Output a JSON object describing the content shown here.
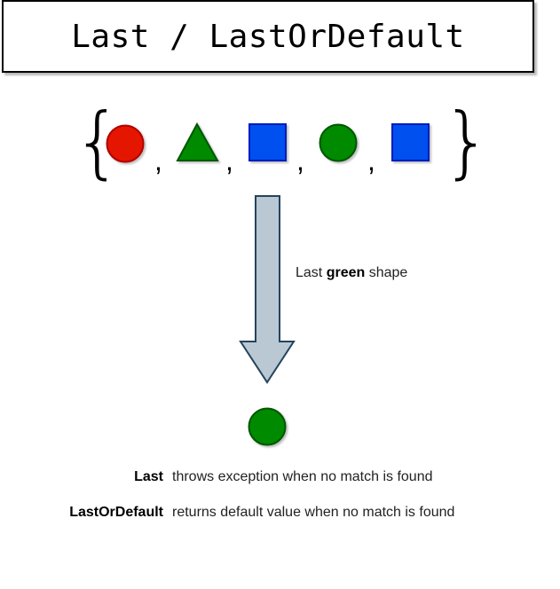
{
  "title": "Last / LastOrDefault",
  "sequence": {
    "open_brace": "{",
    "close_brace": "}",
    "separator": ",",
    "items": [
      {
        "shape": "circle",
        "color": "#e51400"
      },
      {
        "shape": "triangle",
        "color": "#008a00"
      },
      {
        "shape": "square",
        "color": "#0050ef"
      },
      {
        "shape": "circle",
        "color": "#008a00"
      },
      {
        "shape": "square",
        "color": "#0050ef"
      }
    ]
  },
  "arrow": {
    "fill": "#bac8d3",
    "stroke": "#23445d",
    "label_prefix": "Last ",
    "label_bold": "green",
    "label_suffix": " shape"
  },
  "result": {
    "shape": "circle",
    "color": "#008a00"
  },
  "methods": [
    {
      "name": "Last",
      "description": "throws exception when no match is found"
    },
    {
      "name": "LastOrDefault",
      "description": "returns default value when no match is found"
    }
  ]
}
